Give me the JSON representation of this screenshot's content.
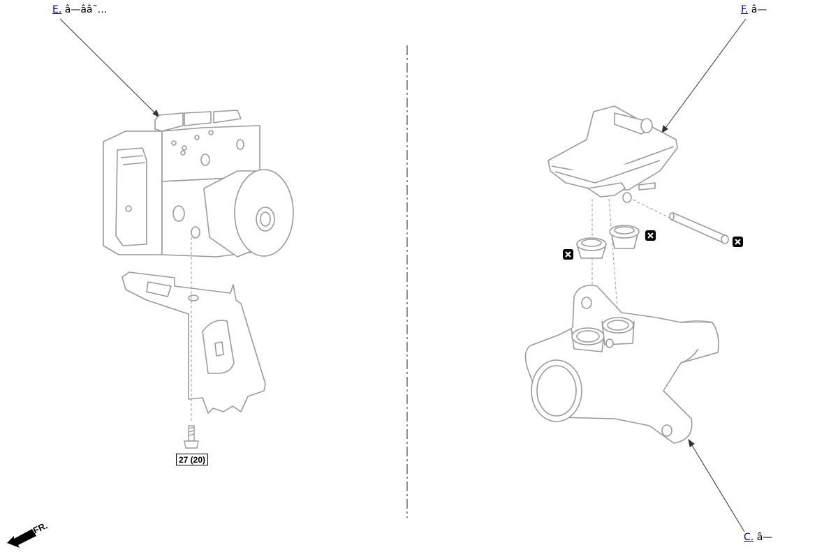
{
  "callouts": {
    "abs_unit": {
      "link": "E.",
      "text": "â—ââ˜…"
    },
    "reservoir": {
      "link": "F.",
      "text": "â—"
    },
    "master_cylinder": {
      "link": "C.",
      "text": "â—"
    }
  },
  "torque": {
    "label": "27 (20)"
  },
  "front_indicator": {
    "label": "FR."
  },
  "colors": {
    "outline": "#9a9a9a",
    "leader": "#333333",
    "link": "#0000cc"
  },
  "icons": [
    "no-reuse-icon",
    "front-arrow-icon",
    "bolt-icon"
  ]
}
